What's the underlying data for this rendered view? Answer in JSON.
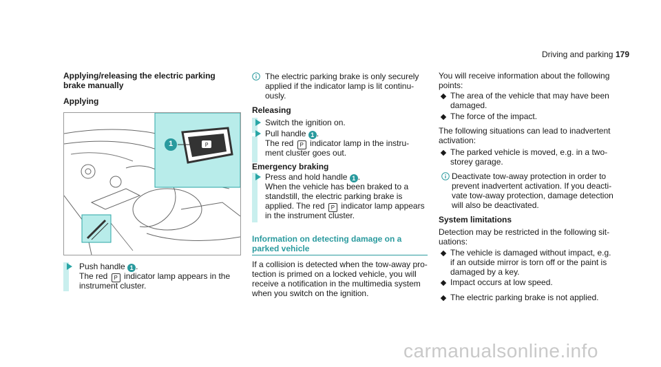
{
  "header": {
    "section": "Driving and parking",
    "page_number": "179"
  },
  "col1": {
    "title_line1": "Applying/releasing the electric parking",
    "title_line2": "brake manually",
    "sub_applying": "Applying",
    "figure_callout": "1",
    "step1_line1": "Push handle",
    "step1_callout": "1",
    "step1_line2a": "The red",
    "step1_line2b": "indicator lamp appears in the",
    "step1_line3": "instrument cluster."
  },
  "col2": {
    "note_line1": "The electric parking brake is only securely",
    "note_line2": "applied if the indicator lamp is lit continu-",
    "note_line3": "ously.",
    "releasing": "Releasing",
    "rel_step1": "Switch the ignition on.",
    "rel_step2_line1": "Pull handle",
    "rel_step2_callout": "1",
    "rel_step2_line2a": "The red",
    "rel_step2_line2b": "indicator lamp in the instru-",
    "rel_step2_line3": "ment cluster goes out.",
    "emergency": "Emergency braking",
    "em_line1": "Press and hold handle",
    "em_callout": "1",
    "em_line2": "When the vehicle has been braked to a",
    "em_line3": "standstill, the electric parking brake is",
    "em_line4a": "applied. The red",
    "em_line4b": "indicator lamp appears",
    "em_line5": "in the instrument cluster.",
    "info_title_line1": "Information on detecting damage on a",
    "info_title_line2": "parked vehicle",
    "info_para": "If a collision is detected when the tow-away pro-\ntection is primed on a locked vehicle, you will\nreceive a notification in the multimedia system\nwhen you switch on the ignition."
  },
  "col3": {
    "intro": "You will receive information about the following\npoints:",
    "b1": "The area of the vehicle that may have been\ndamaged.",
    "b2": "The force of the impact.",
    "p2": "The following situations can lead to inadvertent\nactivation:",
    "b3": "The parked vehicle is moved, e.g. in a two-\nstorey garage.",
    "note": "Deactivate tow-away protection in order to\nprevent inadvertent activation. If you deacti-\nvate tow-away protection, damage detection\nwill also be deactivated.",
    "sys_title": "System limitations",
    "p3": "Detection may be restricted in the following sit-\nuations:",
    "b4": "The vehicle is damaged without impact, e.g.\nif an outside mirror is torn off or the paint is\ndamaged by a key.",
    "b5": "Impact occurs at low speed.",
    "b6": "The electric parking brake is not applied."
  },
  "footer": {
    "watermark": "carmanualsonline.info"
  },
  "colors": {
    "accent": "#2a9a9e",
    "step_bar": "#c9efee"
  }
}
